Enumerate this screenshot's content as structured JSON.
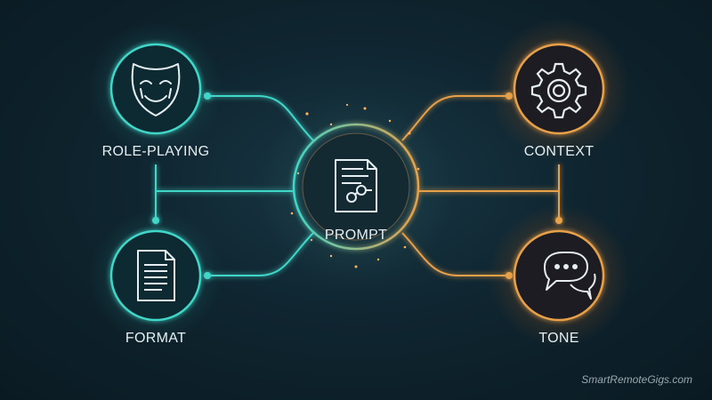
{
  "diagram": {
    "center": {
      "label": "PROMPT"
    },
    "nodes": [
      {
        "id": "role",
        "label": "ROLE-PLAYING",
        "icon": "theater-mask-icon",
        "color": "#3fd6c8"
      },
      {
        "id": "format",
        "label": "FORMAT",
        "icon": "document-icon",
        "color": "#3fd6c8"
      },
      {
        "id": "context",
        "label": "CONTEXT",
        "icon": "gear-icon",
        "color": "#e8a04a"
      },
      {
        "id": "tone",
        "label": "TONE",
        "icon": "speech-bubbles-icon",
        "color": "#e8a04a"
      }
    ],
    "colors": {
      "teal": "#3fd6c8",
      "orange": "#e8a04a",
      "background": "#0f2530"
    }
  },
  "watermark": "SmartRemoteGigs.com"
}
